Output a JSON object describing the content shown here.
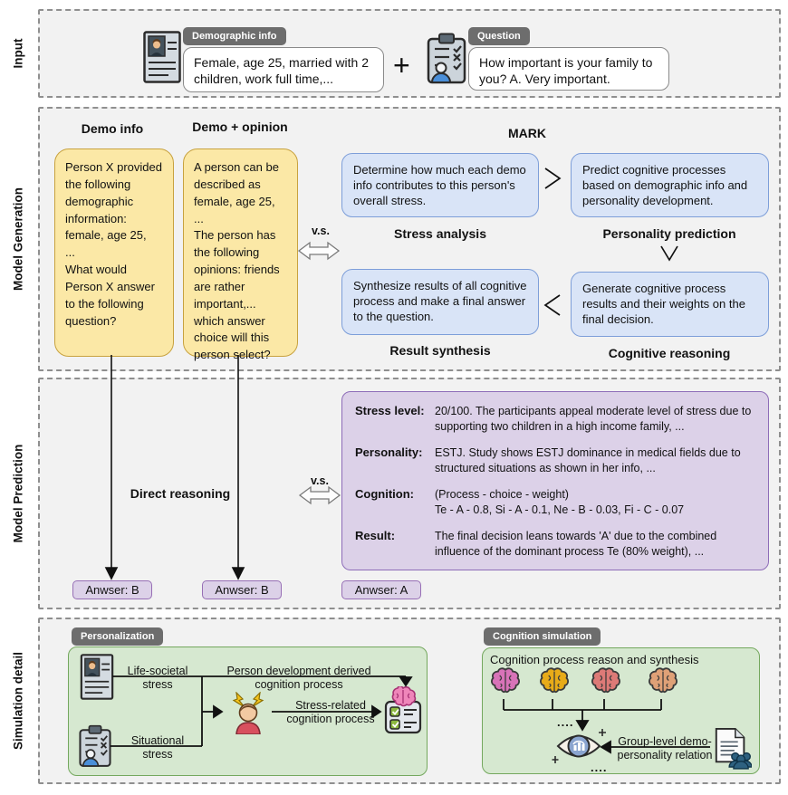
{
  "sidebar": {
    "input": "Input",
    "model_generation": "Model Generation",
    "model_prediction": "Model Prediction",
    "simulation_detail": "Simulation detail"
  },
  "input": {
    "demographic_tab": "Demographic info",
    "demographic_text": "Female, age 25, married with 2 children, work full time,...",
    "plus": "+",
    "question_tab": "Question",
    "question_text": "How important is your family to you? A. Very important."
  },
  "model_generation": {
    "demo_info_header": "Demo info",
    "demo_opinion_header": "Demo + opinion",
    "mark_header": "MARK",
    "vs_label": "v.s.",
    "demo_info_text": "Person X provided the following demographic information: female, age 25,\n...\nWhat would Person X answer to the following question?",
    "demo_opinion_text": "A person can be described as female, age 25,\n...\nThe person has the following opinions: friends are rather important,...\nwhich answer choice will this person select?",
    "stress_analysis": {
      "text": "Determine how much each demo info contributes to this person's overall stress.",
      "caption": "Stress analysis"
    },
    "personality_prediction": {
      "text": "Predict cognitive processes based on demographic info and personality development.",
      "caption": "Personality prediction"
    },
    "result_synthesis": {
      "text": "Synthesize results of all cognitive process and make a final answer to the question.",
      "caption": "Result synthesis"
    },
    "cognitive_reasoning": {
      "text": "Generate cognitive process results and their weights on the final decision.",
      "caption": "Cognitive reasoning"
    }
  },
  "model_prediction": {
    "direct_reasoning_label": "Direct reasoning",
    "vs_label": "v.s.",
    "rows": [
      {
        "label": "Stress level:",
        "text": "20/100. The participants appeal moderate level of stress due to supporting two children in a high income family, ..."
      },
      {
        "label": "Personality:",
        "text": "ESTJ.  Study shows ESTJ dominance in medical fields due to structured situations as shown in her info, ..."
      },
      {
        "label": "Cognition:",
        "text": "(Process - choice - weight)\nTe - A - 0.8, Si - A - 0.1, Ne - B - 0.03, Fi - C - 0.07"
      },
      {
        "label": "Result:",
        "text": "The final decision leans towards 'A' due to the combined influence of the dominant process Te (80% weight), ..."
      }
    ],
    "answer_demo": "Anwser: B",
    "answer_opinion": "Anwser: B",
    "answer_mark": "Anwser: A"
  },
  "simulation_detail": {
    "personalization": {
      "tab": "Personalization",
      "life_societal": "Life-societal\nstress",
      "situational": "Situational\nstress",
      "person_development": "Person development derived\ncognition process",
      "stress_related": "Stress-related\ncognition process"
    },
    "cognition_simulation": {
      "tab": "Cognition simulation",
      "title": "Cognition process reason and synthesis",
      "brain_colors": [
        "#d873b8",
        "#e8ab18",
        "#dd7a77",
        "#dfa177"
      ],
      "dots_top": "....",
      "group_level": "Group-level demo-\npersonality relation",
      "dots_bottom": "...."
    }
  }
}
